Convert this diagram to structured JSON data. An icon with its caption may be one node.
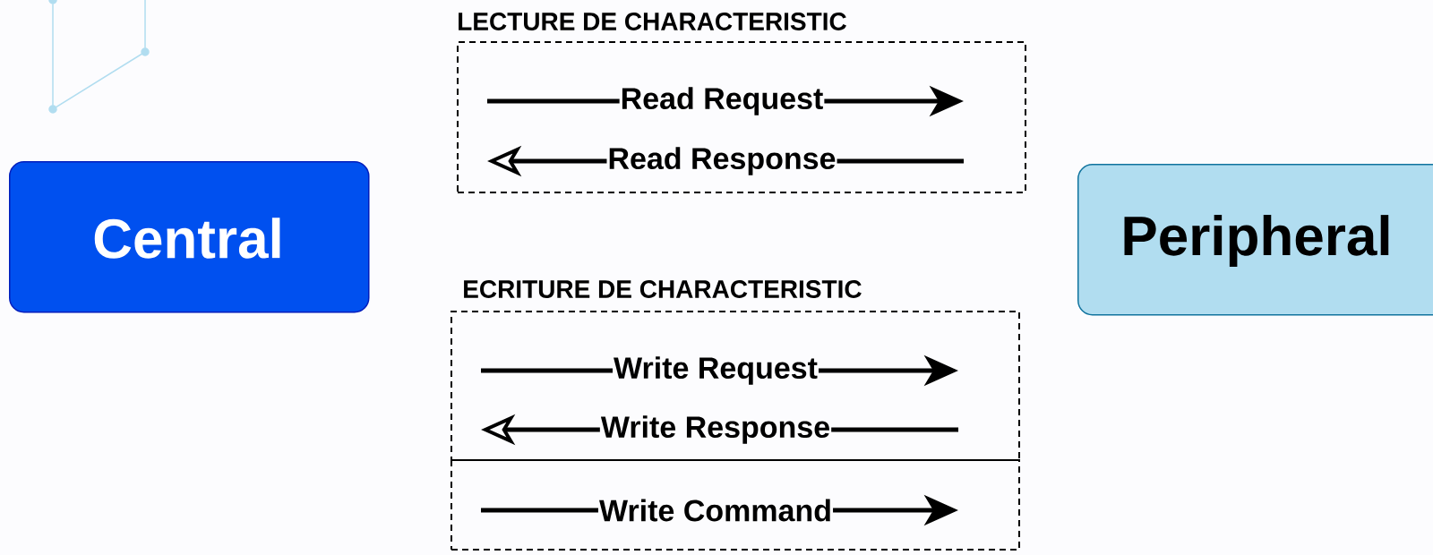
{
  "diagram": {
    "nodes": [
      {
        "text": [
          "Central"
        ]
      },
      {
        "text": [
          "Peripheral"
        ]
      },
      {
        "text": [
          "LECTURE DE CHARACTERISTIC",
          "Read Request",
          "Read Response"
        ]
      },
      {
        "text": [
          "ECRITURE DE CHARACTERISTIC",
          "Write Request",
          "Write Response"
        ]
      },
      {
        "text": [
          "Write Command"
        ]
      }
    ]
  }
}
